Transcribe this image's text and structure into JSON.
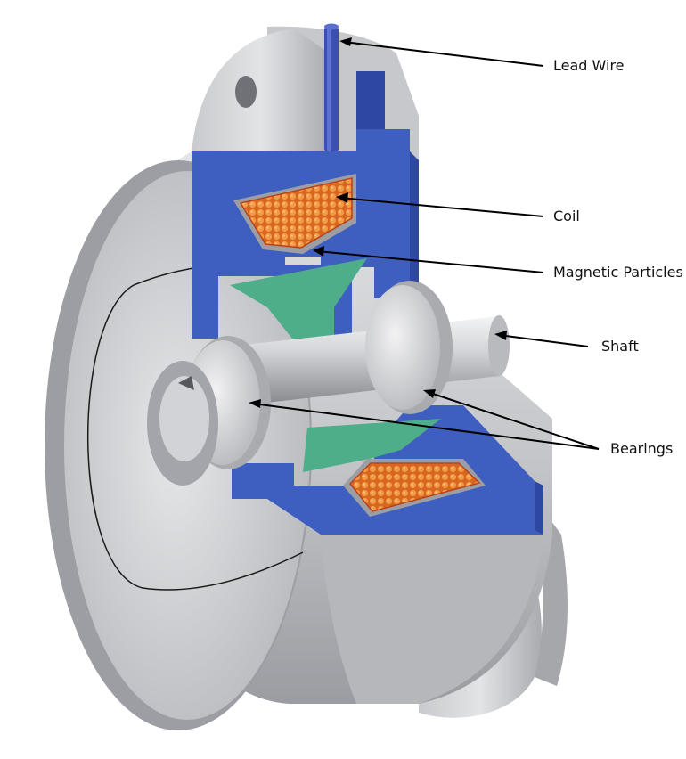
{
  "colors": {
    "housing_blue": "#3f5fc0",
    "housing_blue_dark": "#2e47a0",
    "metal_light": "#d9dadd",
    "metal_mid": "#b8babe",
    "metal_dark": "#8e9096",
    "rotor_green": "#4fae8a",
    "coil_orange": "#e2762a",
    "coil_dot": "#f39a47",
    "leader": "#000000"
  },
  "labels": {
    "lead_wire": "Lead Wire",
    "coil": "Coil",
    "magnetic_particles": "Magnetic Particles",
    "shaft": "Shaft",
    "bearings": "Bearings"
  }
}
